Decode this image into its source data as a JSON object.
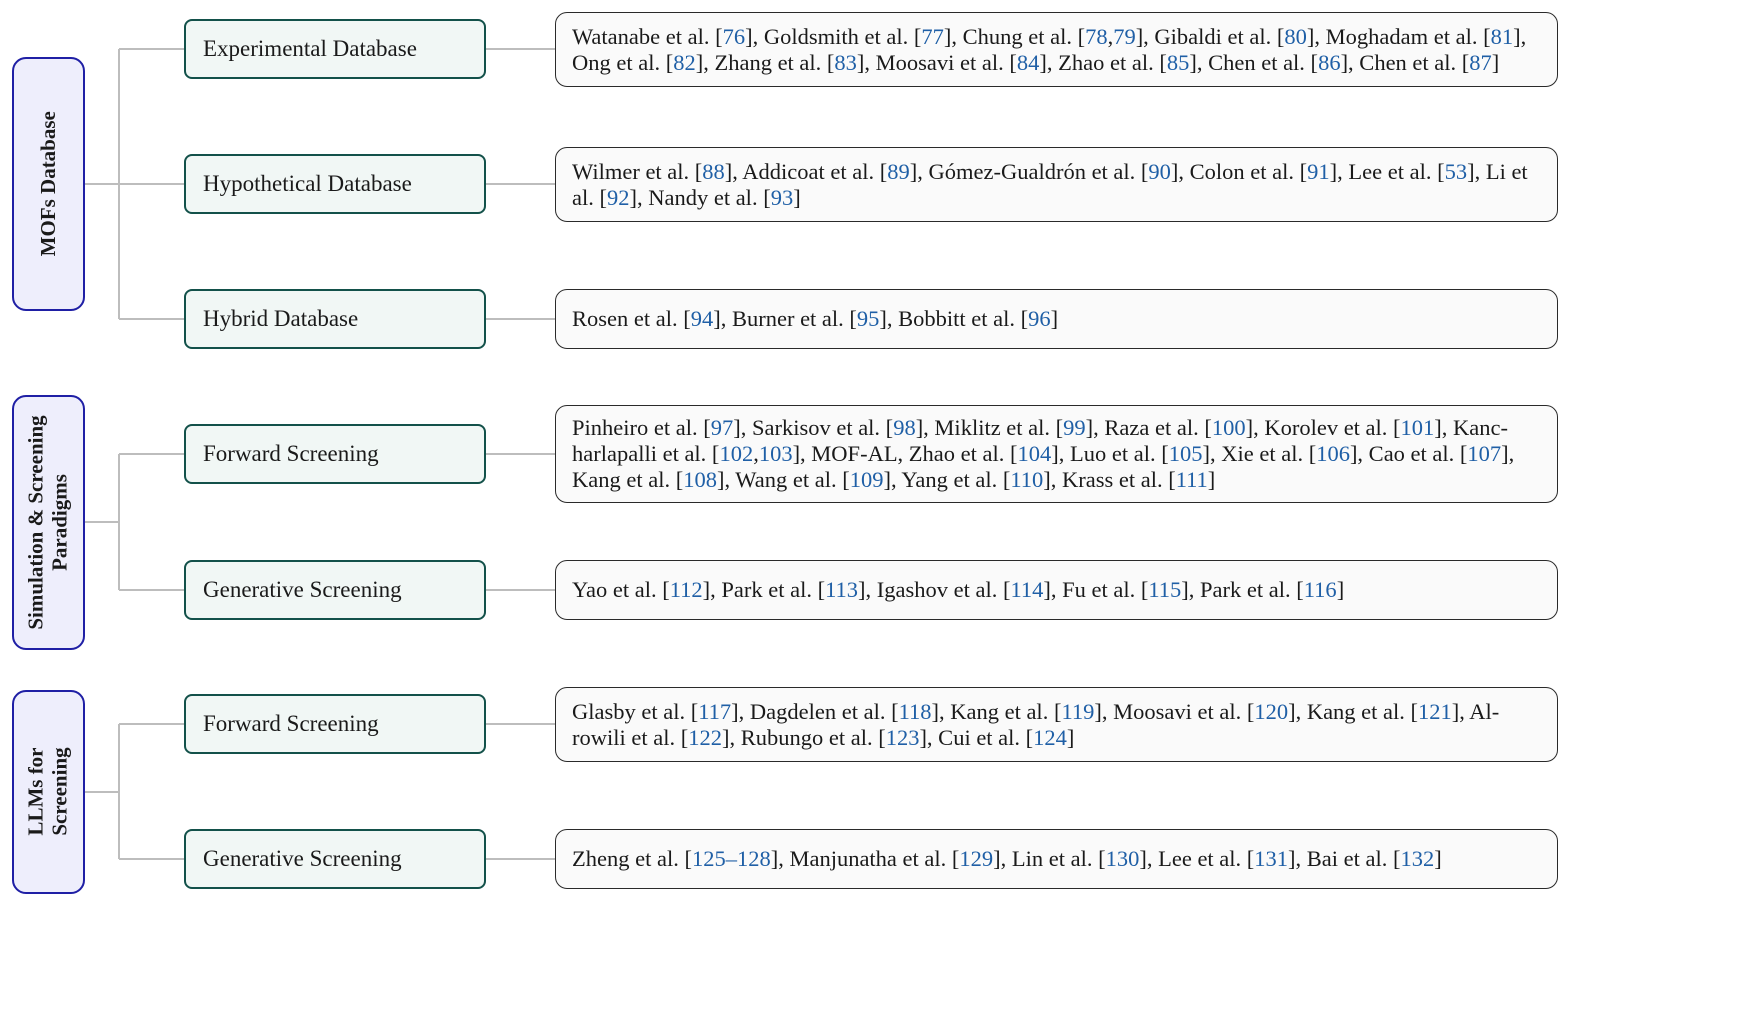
{
  "groups": [
    {
      "root_lines": [
        "MOFs Database"
      ],
      "children": [
        {
          "label": "Experimental Database",
          "refs": [
            {
              "t": "Watanabe et al. ["
            },
            {
              "c": "76"
            },
            {
              "t": "], Goldsmith et al. ["
            },
            {
              "c": "77"
            },
            {
              "t": "], Chung et al. ["
            },
            {
              "c": "78"
            },
            {
              "t": ","
            },
            {
              "c": "79"
            },
            {
              "t": "], Gibaldi et al. ["
            },
            {
              "c": "80"
            },
            {
              "t": "], Moghadam et al. ["
            },
            {
              "c": "81"
            },
            {
              "t": "], Ong et al. ["
            },
            {
              "c": "82"
            },
            {
              "t": "], Zhang et al. ["
            },
            {
              "c": "83"
            },
            {
              "t": "], Moosavi et al. ["
            },
            {
              "c": "84"
            },
            {
              "t": "], Zhao et al. ["
            },
            {
              "c": "85"
            },
            {
              "t": "], Chen et al. ["
            },
            {
              "c": "86"
            },
            {
              "t": "], Chen et al. ["
            },
            {
              "c": "87"
            },
            {
              "t": "]"
            }
          ]
        },
        {
          "label": "Hypothetical Database",
          "refs": [
            {
              "t": "Wilmer et al. ["
            },
            {
              "c": "88"
            },
            {
              "t": "], Addicoat et al. ["
            },
            {
              "c": "89"
            },
            {
              "t": "], Gómez-Gualdrón et al. ["
            },
            {
              "c": "90"
            },
            {
              "t": "], Colon et al. ["
            },
            {
              "c": "91"
            },
            {
              "t": "], Lee et al. ["
            },
            {
              "c": "53"
            },
            {
              "t": "], Li et al. ["
            },
            {
              "c": "92"
            },
            {
              "t": "], Nandy et al. ["
            },
            {
              "c": "93"
            },
            {
              "t": "]"
            }
          ]
        },
        {
          "label": "Hybrid Database",
          "refs": [
            {
              "t": "Rosen et al. ["
            },
            {
              "c": "94"
            },
            {
              "t": "], Burner et al. ["
            },
            {
              "c": "95"
            },
            {
              "t": "], Bobbitt et al. ["
            },
            {
              "c": "96"
            },
            {
              "t": "]"
            }
          ]
        }
      ]
    },
    {
      "root_lines": [
        "Simulation & Screening",
        "Paradigms"
      ],
      "children": [
        {
          "label": "Forward Screening",
          "refs": [
            {
              "t": "Pinheiro et al. ["
            },
            {
              "c": "97"
            },
            {
              "t": "], Sarkisov et al. ["
            },
            {
              "c": "98"
            },
            {
              "t": "], Miklitz et al. ["
            },
            {
              "c": "99"
            },
            {
              "t": "], Raza et al. ["
            },
            {
              "c": "100"
            },
            {
              "t": "], Korolev et al. ["
            },
            {
              "c": "101"
            },
            {
              "t": "], Kanc­harlapalli et al. ["
            },
            {
              "c": "102"
            },
            {
              "t": ","
            },
            {
              "c": "103"
            },
            {
              "t": "], MOF-AL, Zhao et al. ["
            },
            {
              "c": "104"
            },
            {
              "t": "], Luo et al. ["
            },
            {
              "c": "105"
            },
            {
              "t": "], Xie et al. ["
            },
            {
              "c": "106"
            },
            {
              "t": "], Cao et al. ["
            },
            {
              "c": "107"
            },
            {
              "t": "], Kang et al. ["
            },
            {
              "c": "108"
            },
            {
              "t": "], Wang et al. ["
            },
            {
              "c": "109"
            },
            {
              "t": "], Yang et al. ["
            },
            {
              "c": "110"
            },
            {
              "t": "], Krass et al. ["
            },
            {
              "c": "111"
            },
            {
              "t": "]"
            }
          ]
        },
        {
          "label": "Generative Screening",
          "refs": [
            {
              "t": "Yao et al. ["
            },
            {
              "c": "112"
            },
            {
              "t": "], Park et al. ["
            },
            {
              "c": "113"
            },
            {
              "t": "], Igashov et al. ["
            },
            {
              "c": "114"
            },
            {
              "t": "], Fu et al. ["
            },
            {
              "c": "115"
            },
            {
              "t": "], Park et al. ["
            },
            {
              "c": "116"
            },
            {
              "t": "]"
            }
          ]
        }
      ]
    },
    {
      "root_lines": [
        "LLMs for",
        "Screening"
      ],
      "children": [
        {
          "label": "Forward Screening",
          "refs": [
            {
              "t": "Glasby et al. ["
            },
            {
              "c": "117"
            },
            {
              "t": "], Dagdelen et al. ["
            },
            {
              "c": "118"
            },
            {
              "t": "], Kang et al. ["
            },
            {
              "c": "119"
            },
            {
              "t": "], Moosavi et al. ["
            },
            {
              "c": "120"
            },
            {
              "t": "], Kang et al. ["
            },
            {
              "c": "121"
            },
            {
              "t": "], Al­rowili et al. ["
            },
            {
              "c": "122"
            },
            {
              "t": "], Rubungo et al. ["
            },
            {
              "c": "123"
            },
            {
              "t": "], Cui et al. ["
            },
            {
              "c": "124"
            },
            {
              "t": "]"
            }
          ]
        },
        {
          "label": "Generative Screening",
          "refs": [
            {
              "t": "Zheng et al. ["
            },
            {
              "c": "125–128"
            },
            {
              "t": "], Manjunatha et al. ["
            },
            {
              "c": "129"
            },
            {
              "t": "], Lin et al. ["
            },
            {
              "c": "130"
            },
            {
              "t": "], Lee et al. ["
            },
            {
              "c": "131"
            },
            {
              "t": "], Bai et al. ["
            },
            {
              "c": "132"
            },
            {
              "t": "]"
            }
          ]
        }
      ]
    }
  ],
  "colors": {
    "root_border": "#1f1fa5",
    "root_fill": "#eeeefc",
    "category_border": "#13514a",
    "category_fill": "#f1f7f5",
    "refs_border": "#2a2a2a",
    "refs_fill": "#fafafa",
    "citation": "#1f5fa6",
    "connector": "#bdbdbd"
  }
}
